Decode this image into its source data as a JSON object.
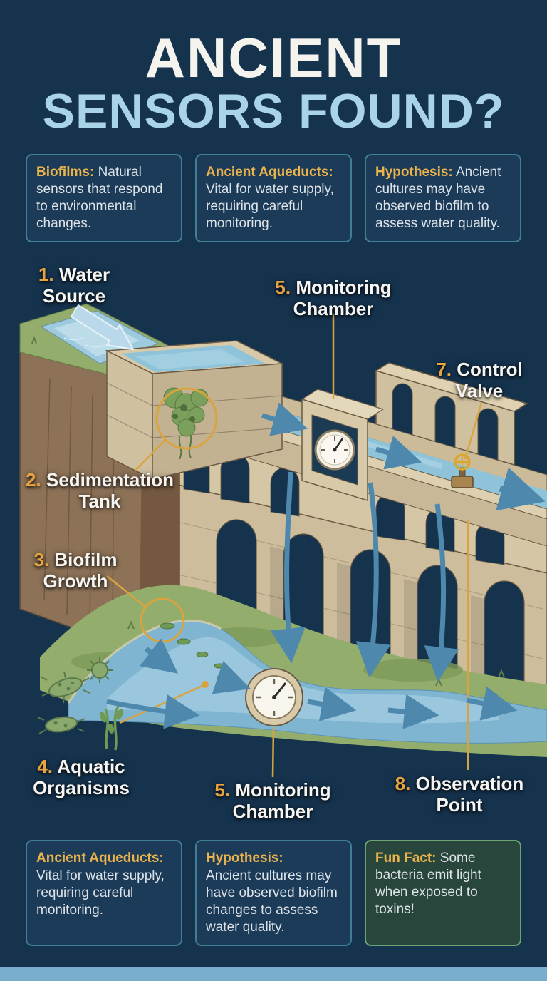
{
  "title": {
    "line1": "ANCIENT",
    "line2": "SENSORS FOUND?"
  },
  "top_boxes": [
    {
      "lead": "Biofilms:",
      "body": "Natural sensors that respond to environmental changes."
    },
    {
      "lead": "Ancient Aqueducts:",
      "body": "Vital for water supply, requiring careful monitoring."
    },
    {
      "lead": "Hypothesis:",
      "body": "Ancient cultures may have observed biofilm to assess water quality."
    }
  ],
  "bottom_boxes": [
    {
      "lead": "Ancient Aqueducts:",
      "body": "Vital for water supply, requiring careful monitoring."
    },
    {
      "lead": "Hypothesis:",
      "body": "Ancient cultures may have observed biofilm changes to assess water quality."
    },
    {
      "lead": "Fun Fact:",
      "body": "Some bacteria emit light when exposed to toxins!"
    }
  ],
  "diagram_labels": {
    "water_source": {
      "num": "1.",
      "line1": "Water",
      "line2": "Source"
    },
    "sedimentation_tank": {
      "num": "2.",
      "line1": "Sedimentation",
      "line2": "Tank"
    },
    "biofilm_growth": {
      "num": "3.",
      "line1": "Biofilm",
      "line2": "Growth"
    },
    "aquatic_organisms": {
      "num": "4.",
      "line1": "Aquatic",
      "line2": "Organisms"
    },
    "monitoring_chamber_top": {
      "num": "5.",
      "line1": "Monitoring",
      "line2": "Chamber"
    },
    "monitoring_chamber_bottom": {
      "num": "5.",
      "line1": "Monitoring",
      "line2": "Chamber"
    },
    "control_valve": {
      "num": "7.",
      "line1": "Control",
      "line2": "Valve"
    },
    "observation_point": {
      "num": "8.",
      "line1": "Observation",
      "line2": "Point"
    }
  },
  "colors": {
    "background": "#16334e",
    "title_primary": "#f4f3ee",
    "title_secondary": "#a9d3e6",
    "accent_gold": "#e8a43f",
    "leader_line_gold": "#d9a43f",
    "box_border_teal": "#3f7e95",
    "box_border_green": "#6ba573",
    "water_blue": "#8fc3da",
    "flow_arrow_blue": "#4e88ad",
    "stone": "#d5c6a6",
    "grass_green": "#93ad6d",
    "cliff_brown": "#8d7257"
  }
}
